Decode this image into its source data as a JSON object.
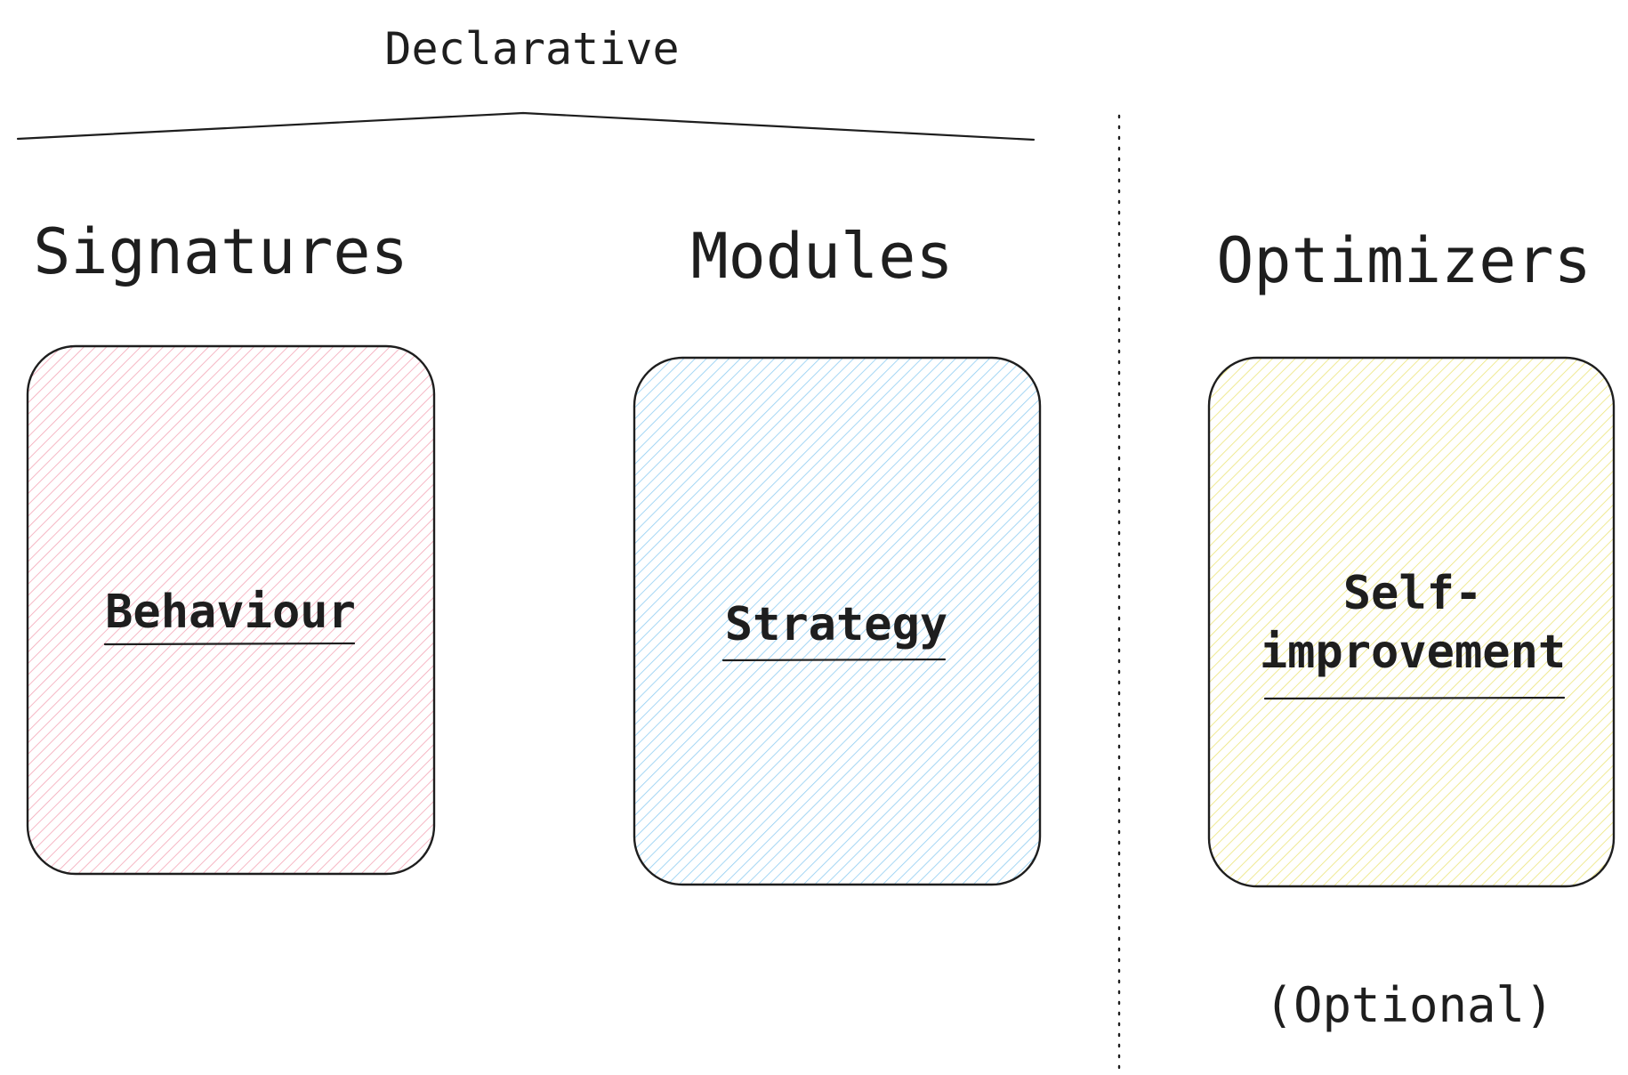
{
  "group_label": "Declarative",
  "columns": [
    {
      "heading": "Signatures",
      "box_label_lines": [
        "Behaviour"
      ],
      "color": "#f4a6b6"
    },
    {
      "heading": "Modules",
      "box_label_lines": [
        "Strategy"
      ],
      "color": "#8fcdf2"
    },
    {
      "heading": "Optimizers",
      "box_label_lines": [
        "Self-",
        "improvement"
      ],
      "color": "#f0ea8a"
    }
  ],
  "optional_note": "(Optional)"
}
